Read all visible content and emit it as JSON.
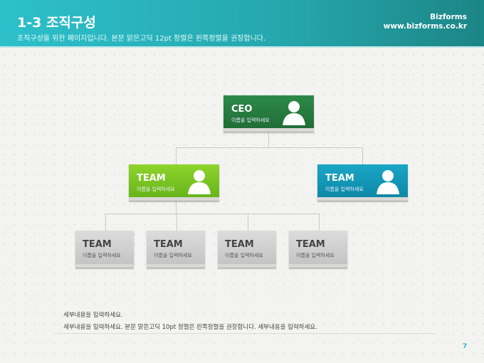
{
  "header": {
    "title": "1-3 조직구성",
    "subtitle": "조직구성을 위한 페이지입니다. 본문 맑은고딕 12pt 정렬은 왼쪽정렬을 권장합니다.",
    "brand": "Bizforms",
    "url": "www.bizforms.co.kr"
  },
  "org": {
    "ceo": {
      "title": "CEO",
      "name": "이름을 입력하세요"
    },
    "teams": [
      {
        "title": "TEAM",
        "name": "이름을 입력하세요"
      },
      {
        "title": "TEAM",
        "name": "이름을 입력하세요"
      }
    ],
    "subteams": [
      {
        "title": "TEAM",
        "name": "이름을 입력하세요"
      },
      {
        "title": "TEAM",
        "name": "이름을 입력하세요"
      },
      {
        "title": "TEAM",
        "name": "이름을 입력하세요"
      },
      {
        "title": "TEAM",
        "name": "이름을 입력하세요"
      }
    ]
  },
  "body": {
    "line1": "세부내용을 입력하세요.",
    "line2": "세부내용을 입력하세요. 본문 맑은고딕 10pt 정렬은 왼쪽정렬을 권장합니다. 세부내용을 입력하세요."
  },
  "page_number": "7",
  "colors": {
    "header": "#25a6ac",
    "ceo": "#1f6e37",
    "team_green": "#66b51a",
    "team_blue": "#0d88a6"
  }
}
